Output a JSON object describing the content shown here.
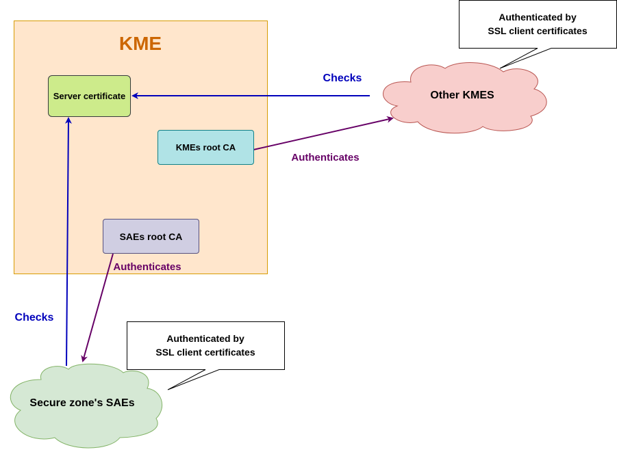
{
  "diagram": {
    "kme_title": "KME",
    "server_certificate": "Server certificate",
    "kmes_root_ca": "KMEs root CA",
    "saes_root_ca": "SAEs root CA",
    "other_kmes": "Other KMES",
    "secure_zone_saes": "Secure zone's SAEs",
    "checks_top": "Checks",
    "checks_left": "Checks",
    "authenticates_right": "Authenticates",
    "authenticates_left": "Authenticates",
    "callout_top": {
      "line1": "Authenticated by",
      "line2": "SSL client certificates"
    },
    "callout_bottom": {
      "line1": "Authenticated by",
      "line2": "SSL client certificates"
    }
  },
  "colors": {
    "kme_fill": "#ffe6cc",
    "kme_stroke": "#d79b00",
    "kme_title": "#cc6600",
    "server_fill": "#cdeb8b",
    "kmes_ca_fill": "#b0e3e6",
    "saes_ca_fill": "#d0cee2",
    "other_kmes_fill": "#f8cecc",
    "other_kmes_stroke": "#b85450",
    "saes_cloud_fill": "#d5e8d4",
    "saes_cloud_stroke": "#82b366",
    "checks_arrow": "#0000bb",
    "auth_arrow": "#660066"
  }
}
